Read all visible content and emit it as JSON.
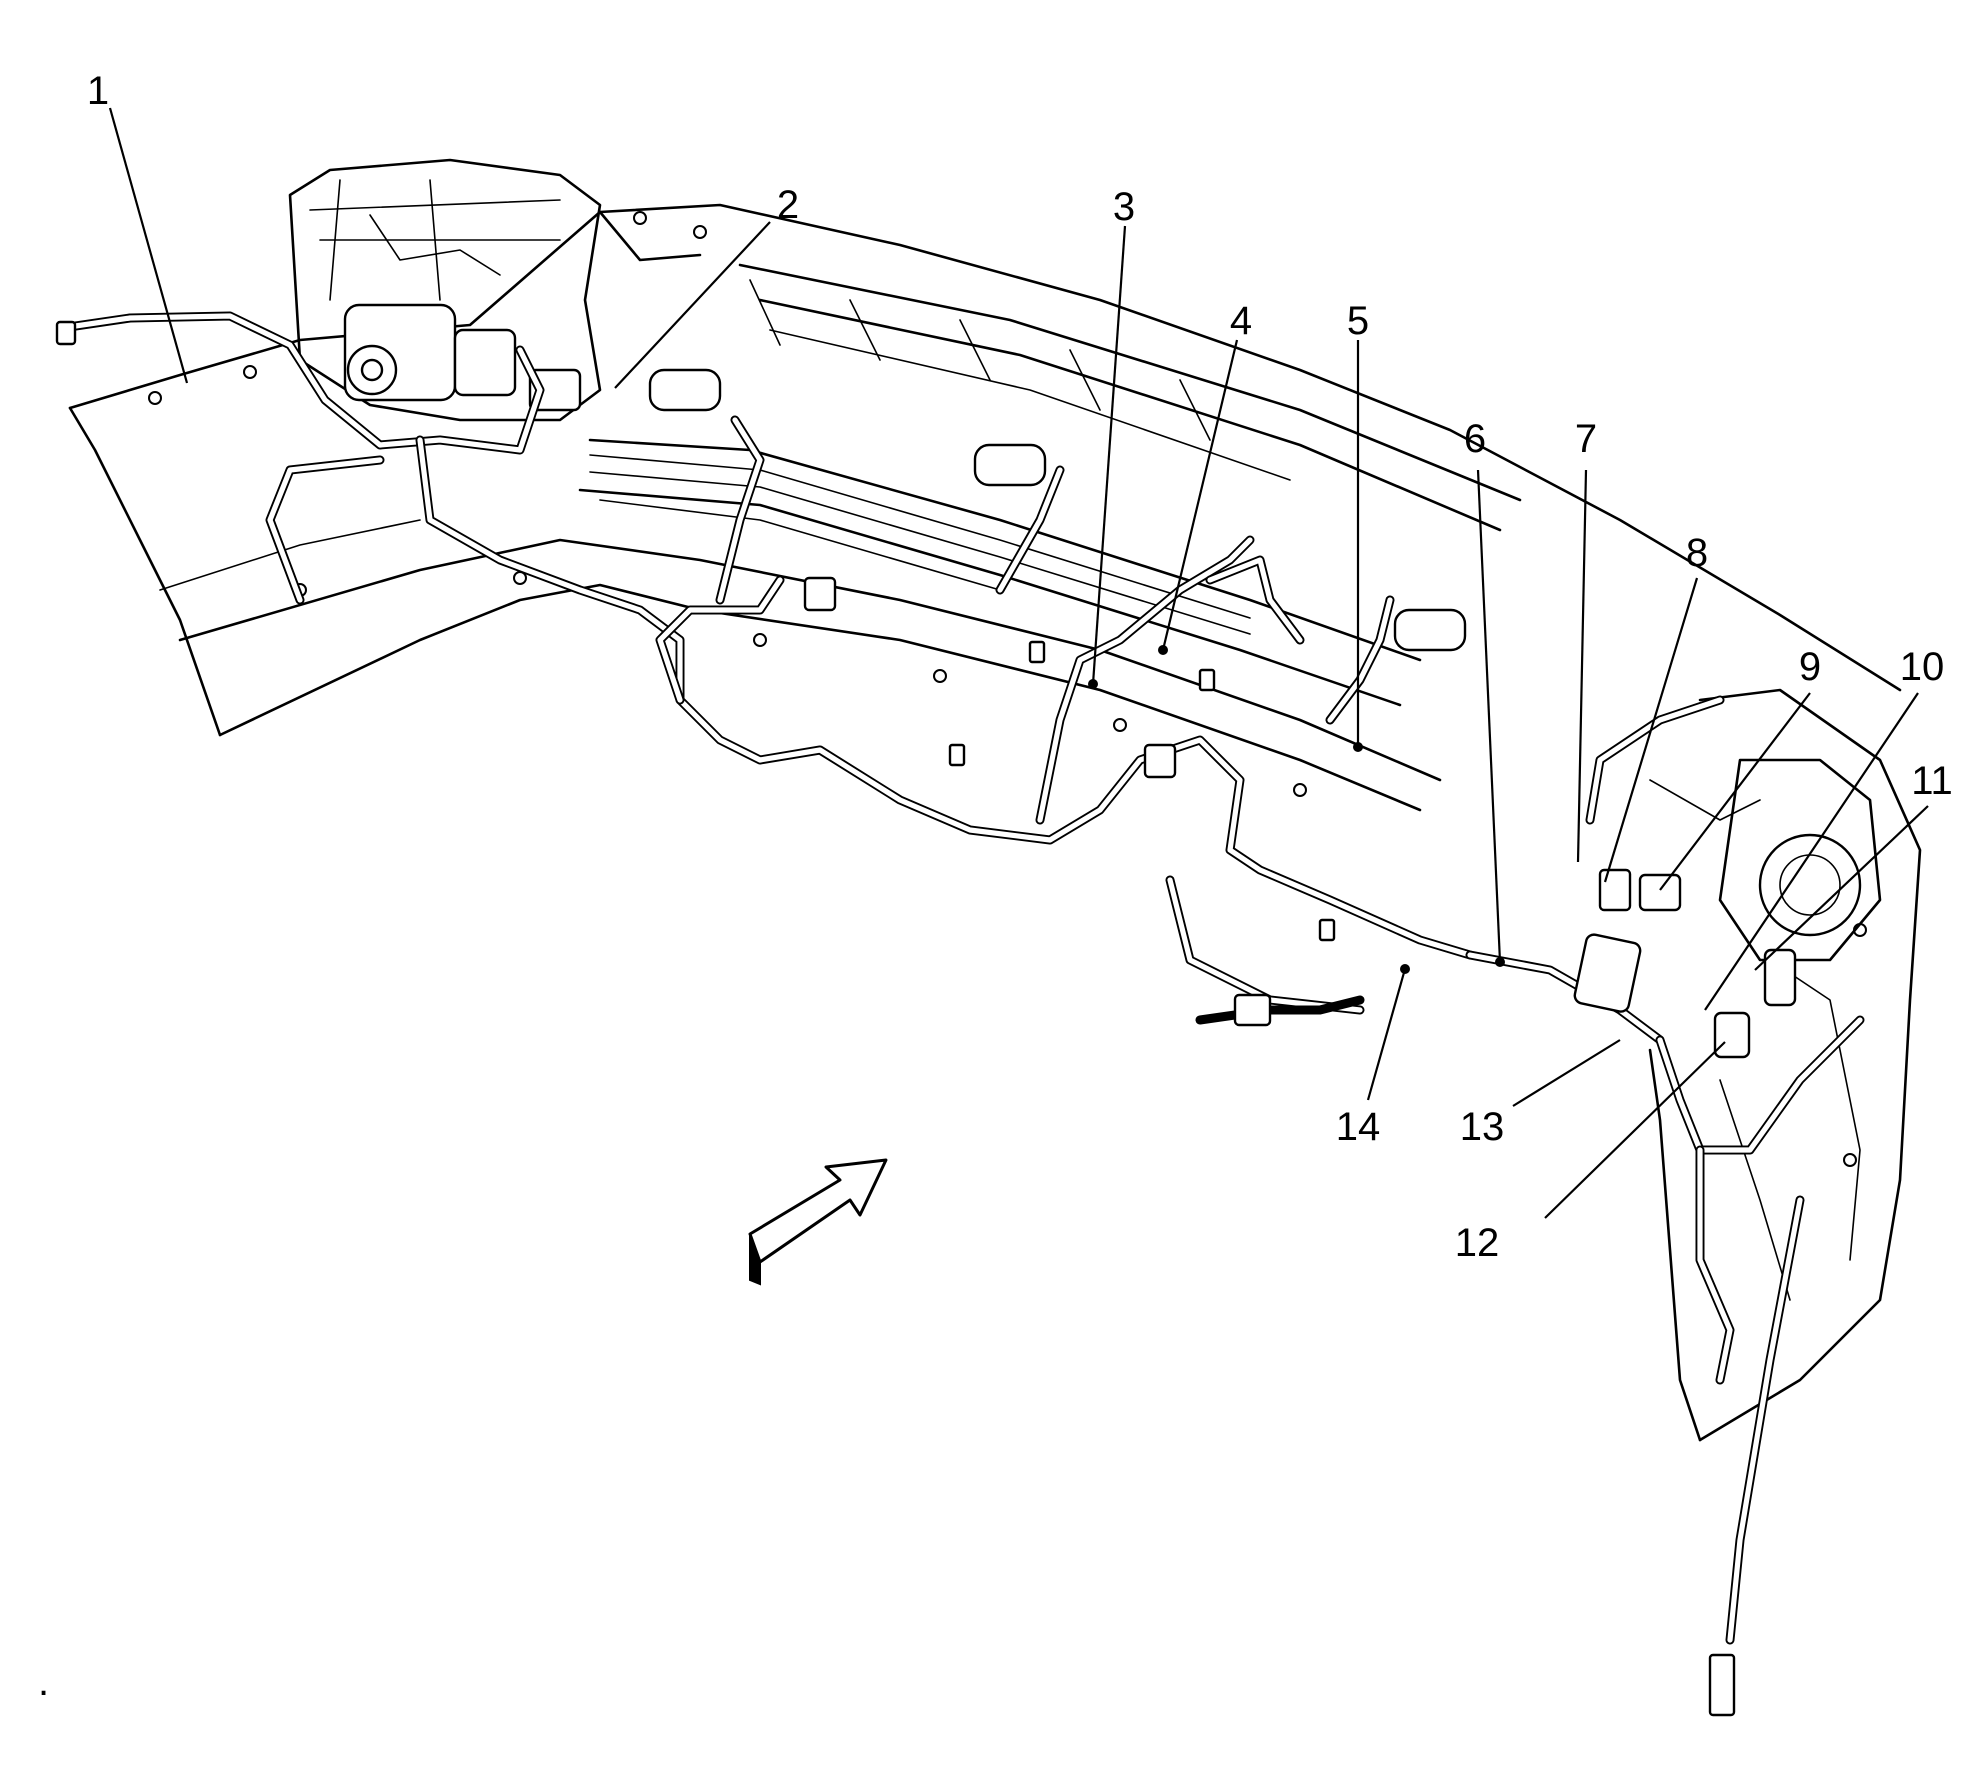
{
  "callouts": [
    {
      "label": "1"
    },
    {
      "label": "2"
    },
    {
      "label": "3"
    },
    {
      "label": "4"
    },
    {
      "label": "5"
    },
    {
      "label": "6"
    },
    {
      "label": "7"
    },
    {
      "label": "8"
    },
    {
      "label": "9"
    },
    {
      "label": "10"
    },
    {
      "label": "11"
    },
    {
      "label": "12"
    },
    {
      "label": "13"
    },
    {
      "label": "14"
    }
  ],
  "footer": {
    "mark": "."
  }
}
